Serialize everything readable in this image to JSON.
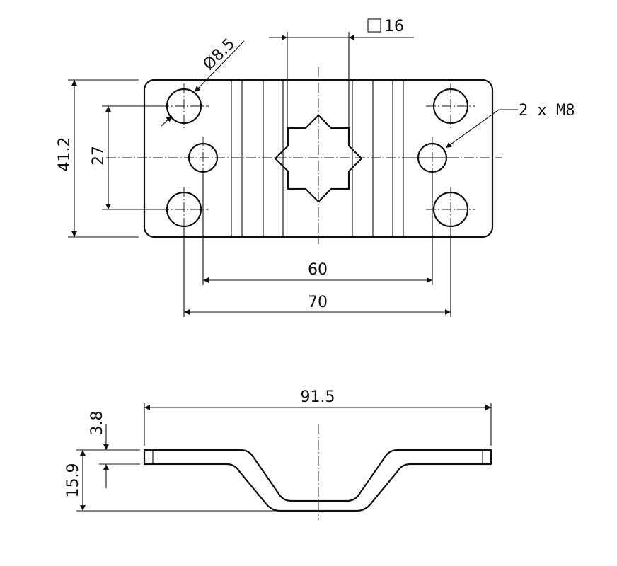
{
  "dimensions": {
    "square_drive": "16",
    "hole_diameter": "8.5",
    "diameter_symbol": "Ø",
    "thread_callout": "2 x M8",
    "height_total": "41.2",
    "hole_spacing_vertical": "27",
    "hole_spacing_60": "60",
    "hole_spacing_70": "70",
    "overall_length": "91.5",
    "plate_thickness": "3.8",
    "offset_depth": "15.9"
  }
}
